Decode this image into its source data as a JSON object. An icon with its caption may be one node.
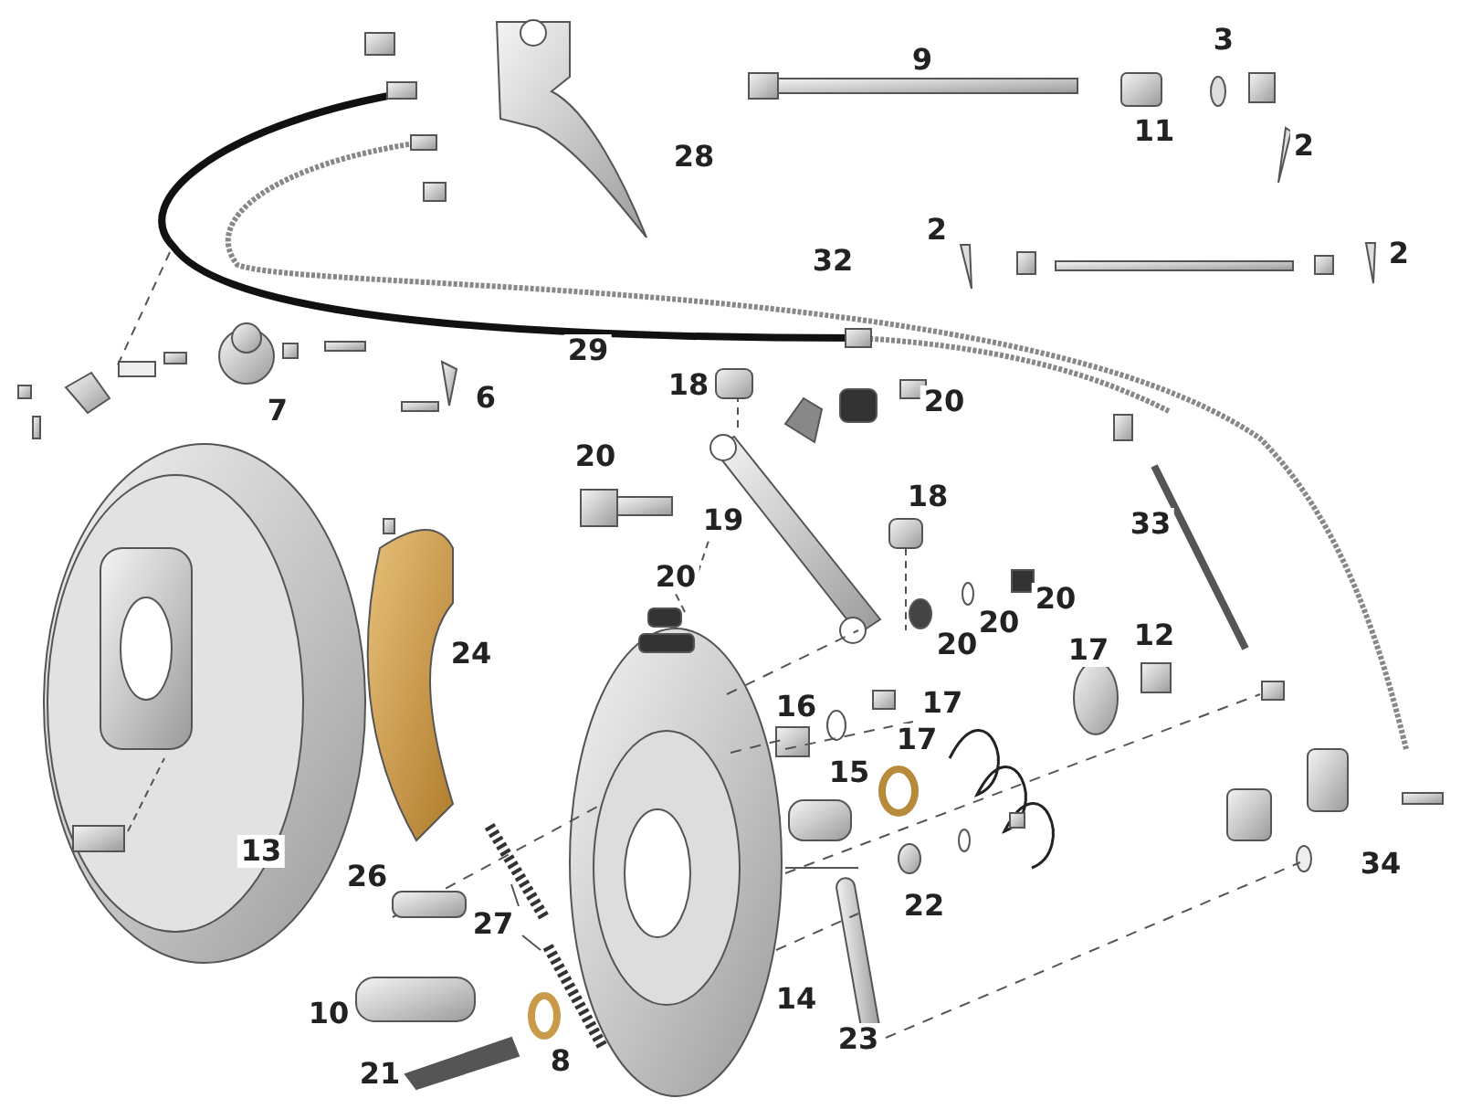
{
  "diagram": {
    "labels": [
      "9",
      "3",
      "28",
      "11",
      "2",
      "2",
      "32",
      "2",
      "29",
      "7",
      "6",
      "18",
      "20",
      "20",
      "19",
      "18",
      "33",
      "20",
      "24",
      "20",
      "20",
      "20",
      "17",
      "12",
      "16",
      "17",
      "17",
      "15",
      "13",
      "26",
      "27",
      "22",
      "34",
      "14",
      "10",
      "8",
      "23",
      "21"
    ]
  }
}
